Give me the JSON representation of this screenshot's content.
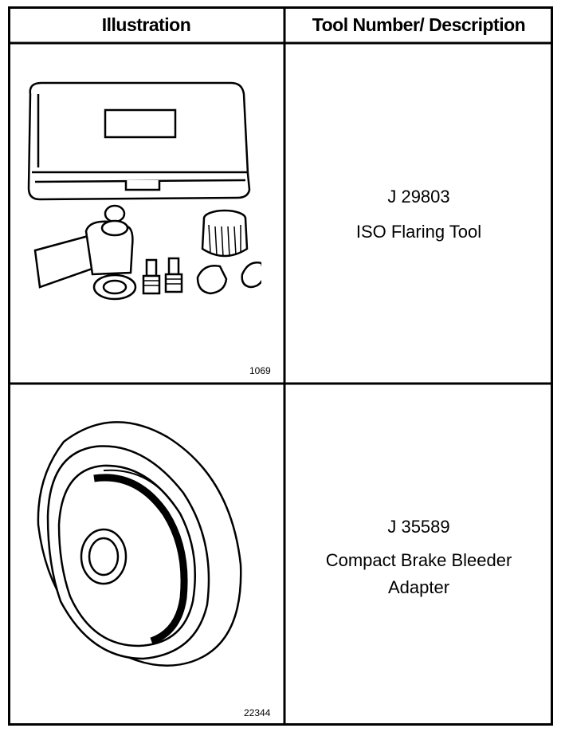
{
  "table": {
    "headers": {
      "illustration": "Illustration",
      "tool": "Tool Number/ Description"
    },
    "rows": [
      {
        "tool_number": "J 29803",
        "description": "ISO Flaring Tool",
        "figure_number": "1069",
        "illustration_icon": "flaring-tool-kit-icon"
      },
      {
        "tool_number": "J 35589",
        "description_line1": "Compact Brake Bleeder",
        "description_line2": "Adapter",
        "figure_number": "22344",
        "illustration_icon": "brake-bleeder-adapter-icon"
      }
    ]
  }
}
